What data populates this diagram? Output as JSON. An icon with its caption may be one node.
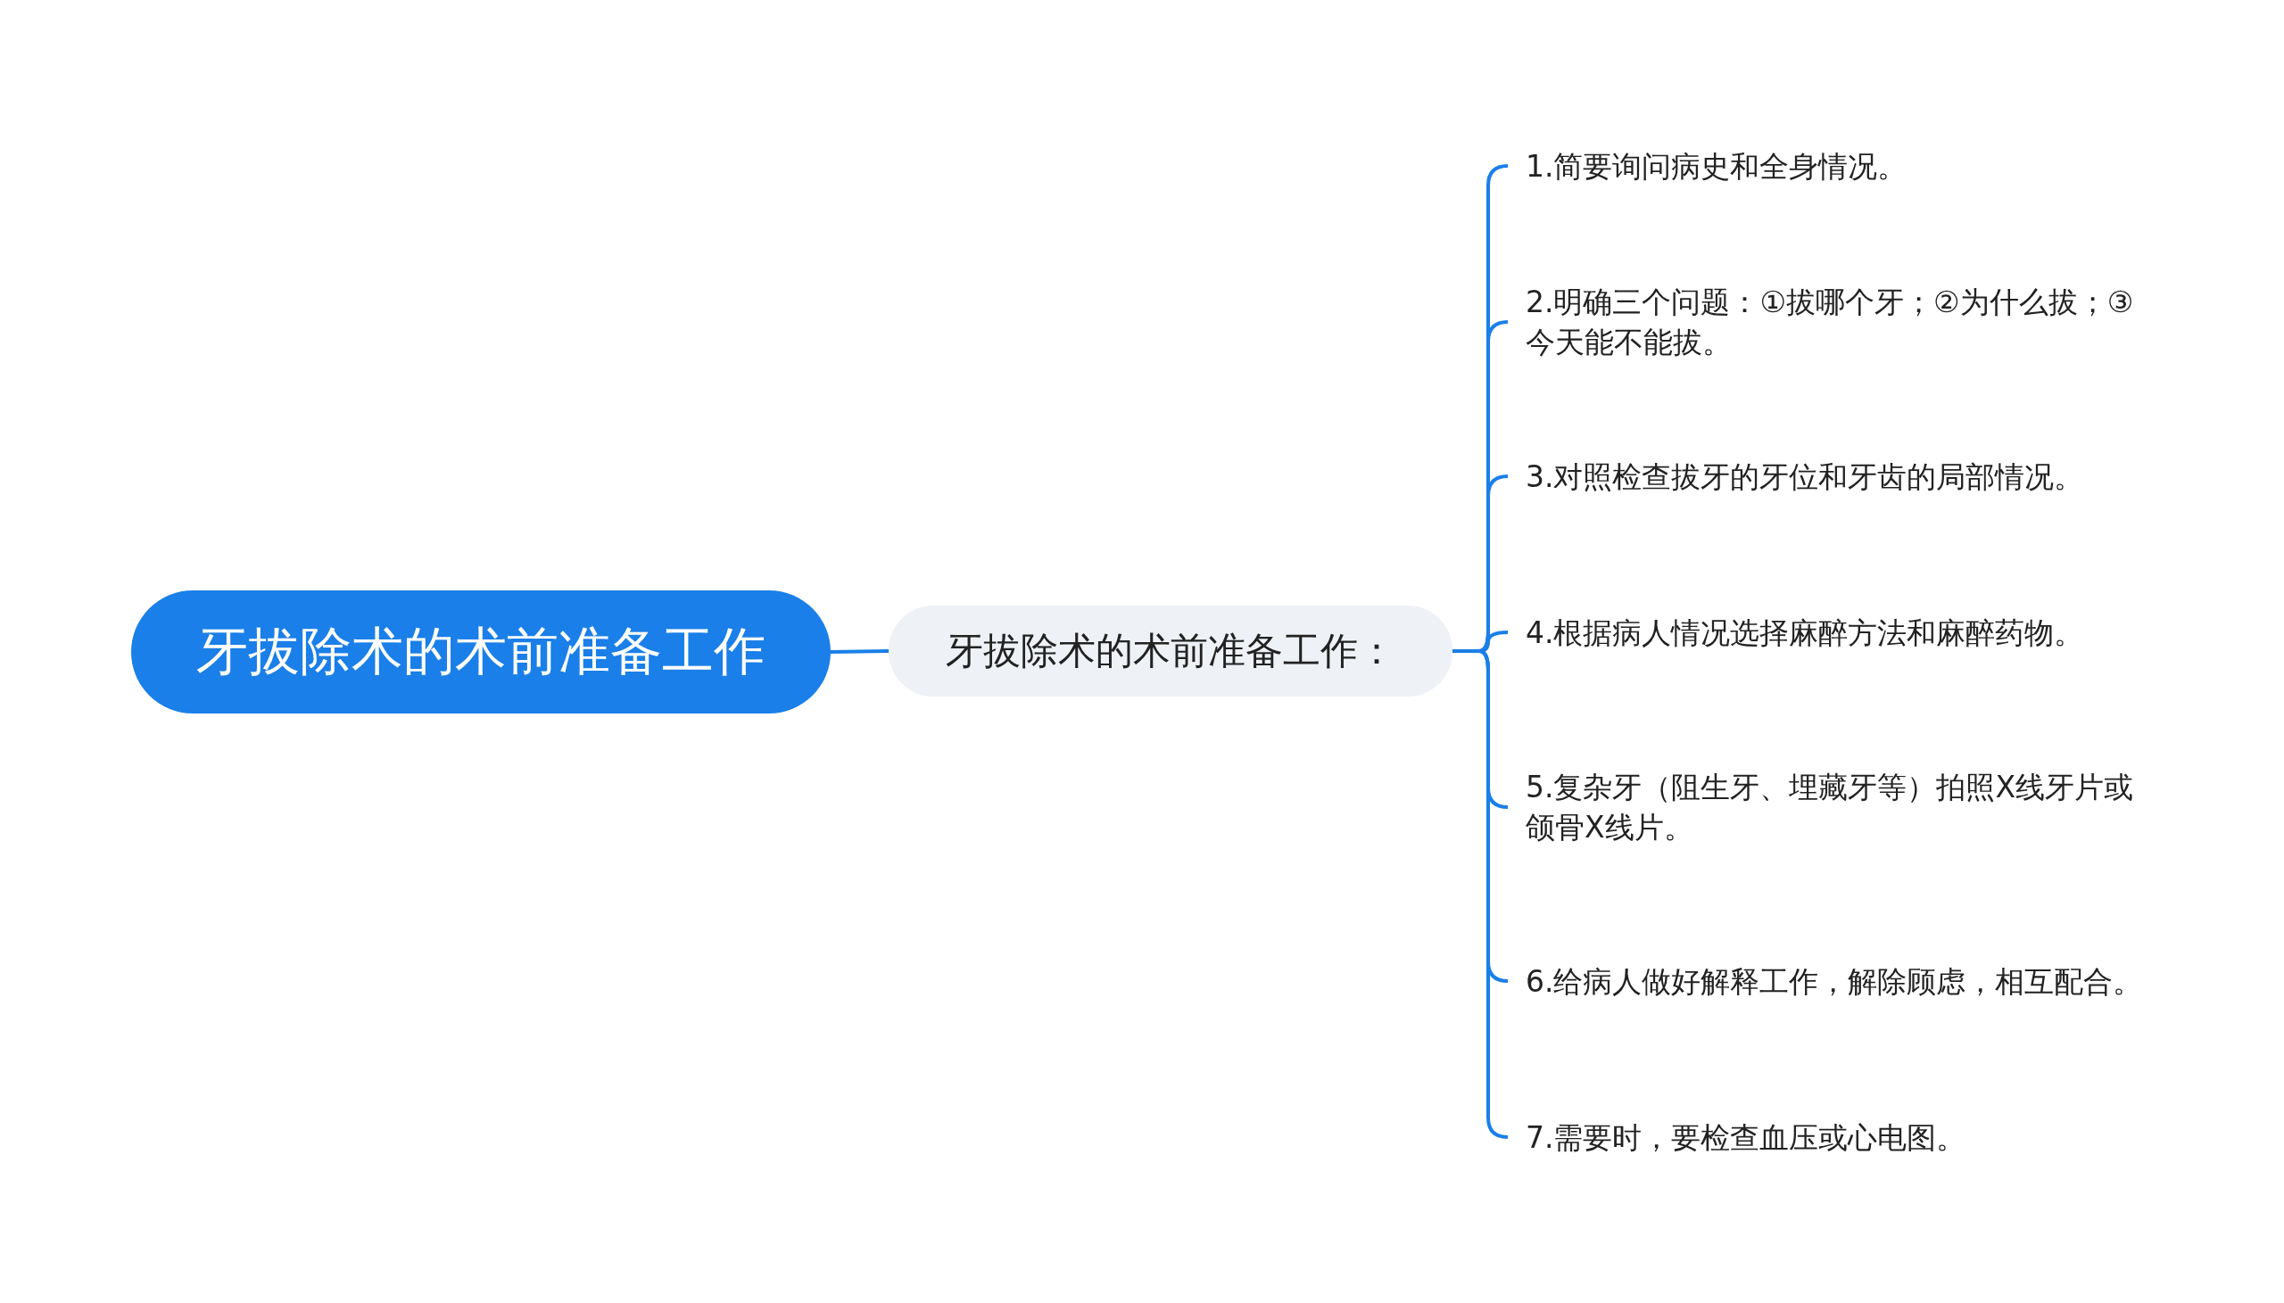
{
  "diagram": {
    "nodes": [
      {
        "text": [
          "牙拔除术的术前准备工作"
        ]
      },
      {
        "text": [
          "牙拔除术的术前准备工作："
        ]
      },
      {
        "text": [
          "1.简要询问病史和全身情况。"
        ]
      },
      {
        "text": [
          "2.明确三个问题：①拔哪个牙；②为什么拔；③今天能不能拔。"
        ]
      },
      {
        "text": [
          "3.对照检查拔牙的牙位和牙齿的局部情况。"
        ]
      },
      {
        "text": [
          "4.根据病人情况选择麻醉方法和麻醉药物。"
        ]
      },
      {
        "text": [
          "5.复杂牙（阻生牙、埋藏牙等）拍照X线牙片或颌骨X线片。"
        ]
      },
      {
        "text": [
          "6.给病人做好解释工作，解除顾虑，相互配合。"
        ]
      },
      {
        "text": [
          "7.需要时，要检查血压或心电图。"
        ]
      }
    ],
    "edges": [
      {
        "from": 0,
        "to": 1,
        "arrow": "none"
      },
      {
        "from": 1,
        "to": 2,
        "arrow": "none"
      },
      {
        "from": 1,
        "to": 3,
        "arrow": "none"
      },
      {
        "from": 1,
        "to": 4,
        "arrow": "none"
      },
      {
        "from": 1,
        "to": 5,
        "arrow": "none"
      },
      {
        "from": 1,
        "to": 6,
        "arrow": "none"
      },
      {
        "from": 1,
        "to": 7,
        "arrow": "none"
      },
      {
        "from": 1,
        "to": 8,
        "arrow": "none"
      }
    ]
  }
}
